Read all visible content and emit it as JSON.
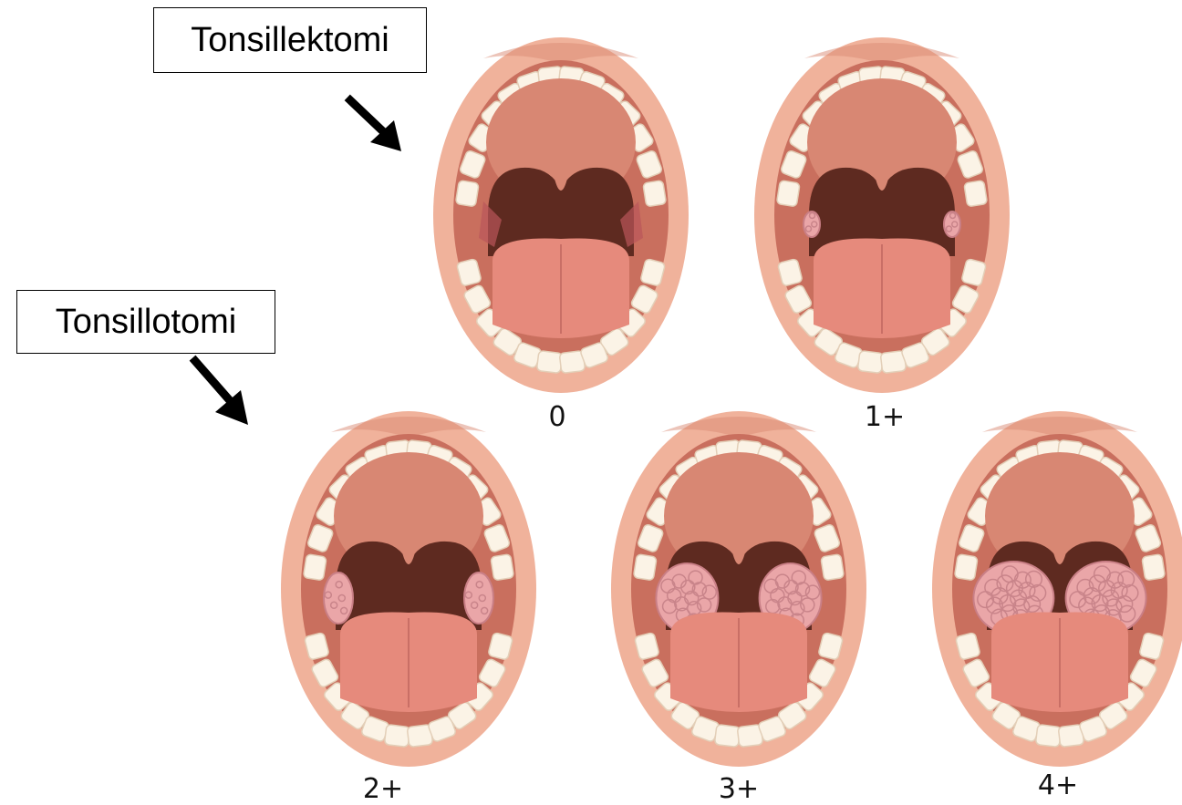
{
  "callouts": {
    "tonsillectomy": "Tonsillektomi",
    "tonsillotomy": "Tonsillotomi"
  },
  "grades": [
    {
      "label": "0",
      "tonsil_size": 0
    },
    {
      "label": "1+",
      "tonsil_size": 1
    },
    {
      "label": "2+",
      "tonsil_size": 2
    },
    {
      "label": "3+",
      "tonsil_size": 3
    },
    {
      "label": "4+",
      "tonsil_size": 4
    }
  ],
  "colors": {
    "lip": "#f0b29b",
    "lip_dark": "#d98a74",
    "mouth_inner": "#c96f5e",
    "palate": "#d88773",
    "throat": "#5e2a20",
    "tongue": "#e68a7c",
    "tooth": "#fbf3e6",
    "tonsil": "#eaa6a8"
  }
}
